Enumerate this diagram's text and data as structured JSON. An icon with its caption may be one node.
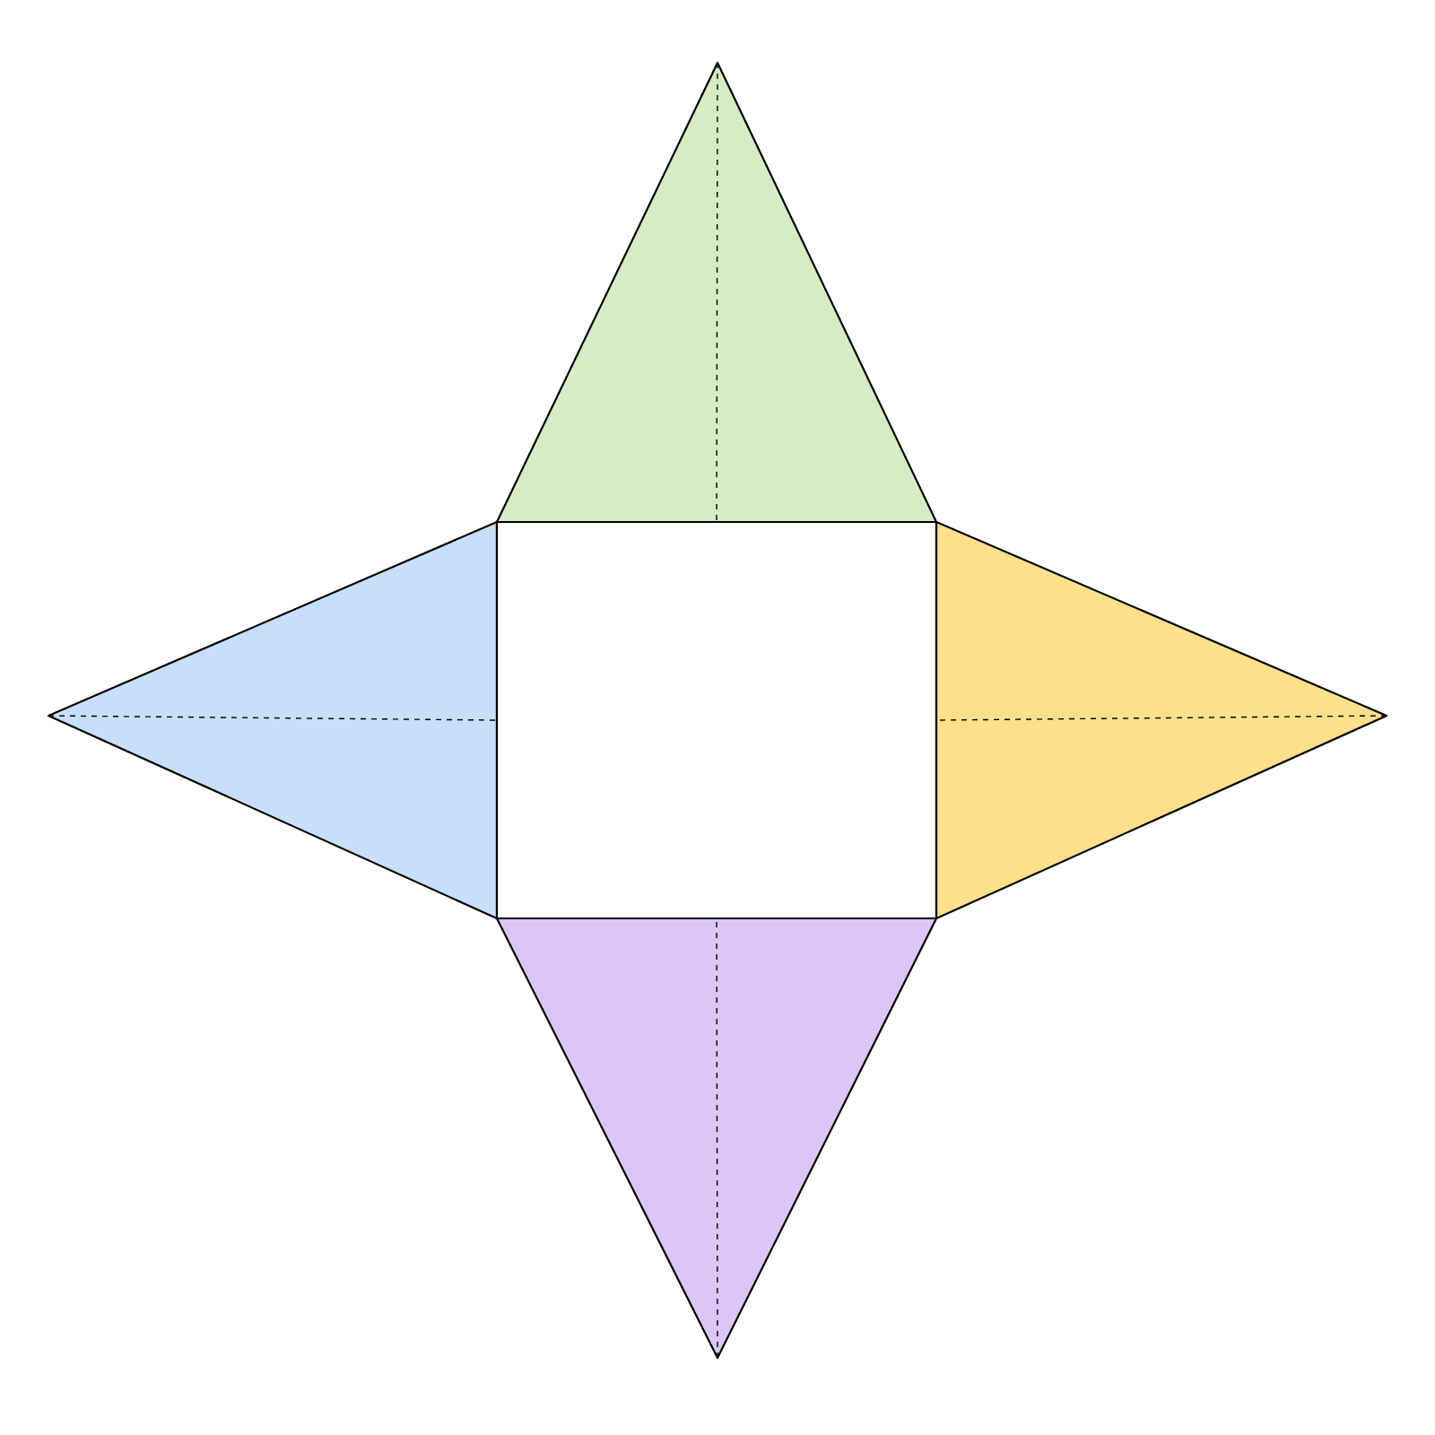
{
  "diagram": {
    "nodes": [
      {
        "text": [],
        "shape": "triangle"
      },
      {
        "text": [],
        "shape": "triangle"
      },
      {
        "text": [],
        "shape": "box"
      },
      {
        "text": [],
        "shape": "triangle"
      },
      {
        "text": [],
        "shape": "triangle"
      }
    ]
  }
}
